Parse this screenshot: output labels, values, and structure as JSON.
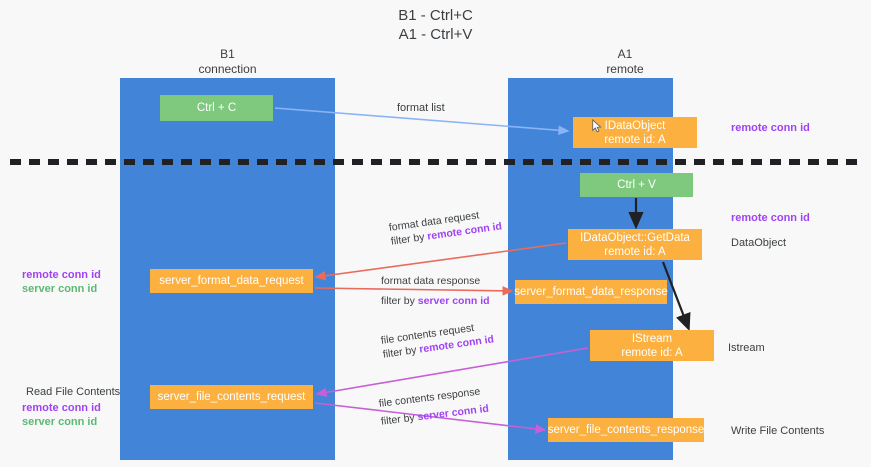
{
  "title": {
    "line1": "B1 - Ctrl+C",
    "line2": "A1 - Ctrl+V"
  },
  "lanes": {
    "left": {
      "name": "B1",
      "role": "connection"
    },
    "right": {
      "name": "A1",
      "role": "remote"
    }
  },
  "nodes": {
    "ctrl_c": {
      "label": "Ctrl + C"
    },
    "ctrl_v": {
      "label": "Ctrl + V"
    },
    "idataobject": {
      "line1": "IDataObject",
      "line2": "remote id: A"
    },
    "getdata": {
      "line1": "IDataObject::GetData",
      "line2": "remote id: A"
    },
    "istream": {
      "line1": "IStream",
      "line2": "remote id: A"
    },
    "server_format_data_request": {
      "label": "server_format_data_request"
    },
    "server_format_data_response": {
      "label": "server_format_data_response"
    },
    "server_file_contents_request": {
      "label": "server_file_contents_request"
    },
    "server_file_contents_response": {
      "label": "server_file_contents_response"
    }
  },
  "connector_labels": {
    "format_list": "format list",
    "format_data_request": "format data request",
    "format_data_request_filter_prefix": "filter by ",
    "format_data_request_filter_key": "remote conn id",
    "format_data_response": "format data response",
    "format_data_response_filter_prefix": "filter by ",
    "format_data_response_filter_key": "server conn id",
    "file_contents_request": "file contents request",
    "file_contents_request_filter_prefix": "filter by ",
    "file_contents_request_filter_key": "remote conn id",
    "file_contents_response": "file contents response",
    "file_contents_response_filter_prefix": "filter by ",
    "file_contents_response_filter_key": "server conn id"
  },
  "annotations": {
    "right_remote_conn_id_top": "remote conn id",
    "right_remote_conn_id_mid": "remote conn id",
    "dataobject": "DataObject",
    "istream": "Istream",
    "write_file_contents": "Write File Contents",
    "read_file_contents": "Read File Contents",
    "left_remote_conn_id_mid": "remote conn id",
    "left_server_conn_id_mid": "server conn id",
    "left_remote_conn_id_bottom": "remote conn id",
    "left_server_conn_id_bottom": "server conn id"
  },
  "colors": {
    "lane": "#4285d8",
    "node_green": "#7ec97e",
    "node_orange": "#fbb040",
    "accent_purple": "#a142f4",
    "accent_green": "#5bb974",
    "arrow_blue": "#8ab4f8",
    "arrow_red": "#ea6b5c",
    "arrow_magenta": "#c75fd6",
    "arrow_black": "#202124",
    "divider": "#202124",
    "background": "#f8f8f8"
  }
}
